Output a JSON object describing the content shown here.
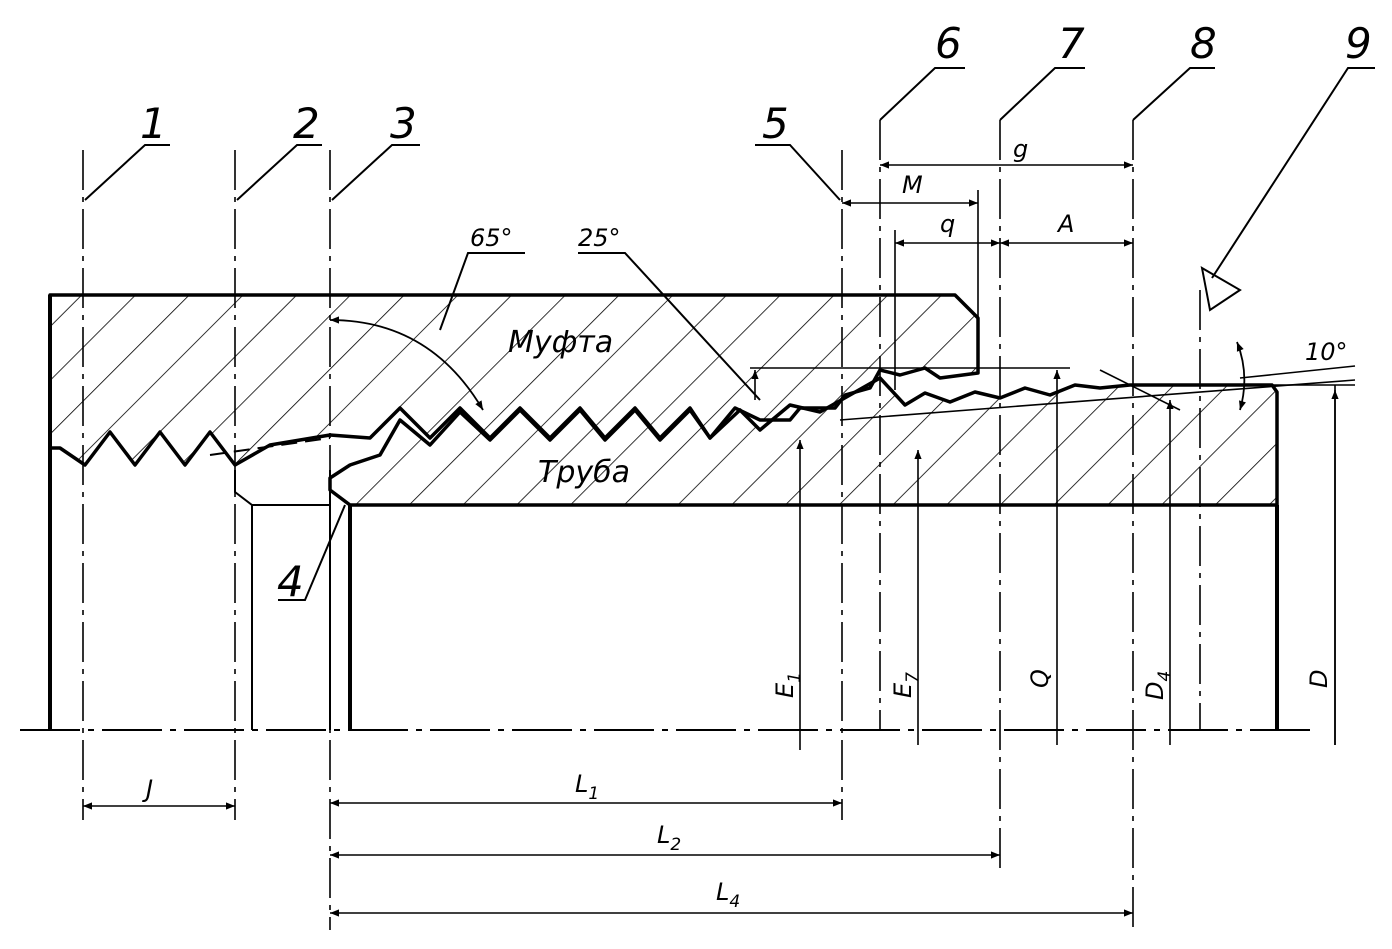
{
  "callouts": [
    "1",
    "2",
    "3",
    "4",
    "5",
    "6",
    "7",
    "8",
    "9"
  ],
  "parts": {
    "coupling": "Муфта",
    "pipe": "Труба"
  },
  "angles": {
    "flank_a": "65°",
    "flank_b": "25°",
    "taper": "10°"
  },
  "dims": {
    "g": "g",
    "M": "M",
    "q": "q",
    "A": "A",
    "J": "J",
    "L1": "L",
    "L1_sub": "1",
    "L2": "L",
    "L2_sub": "2",
    "L4": "L",
    "L4_sub": "4"
  },
  "diams": {
    "E1": "E",
    "E1_sub": "1",
    "E7": "E",
    "E7_sub": "7",
    "Q": "Q",
    "D4": "D",
    "D4_sub": "4",
    "D": "D"
  }
}
